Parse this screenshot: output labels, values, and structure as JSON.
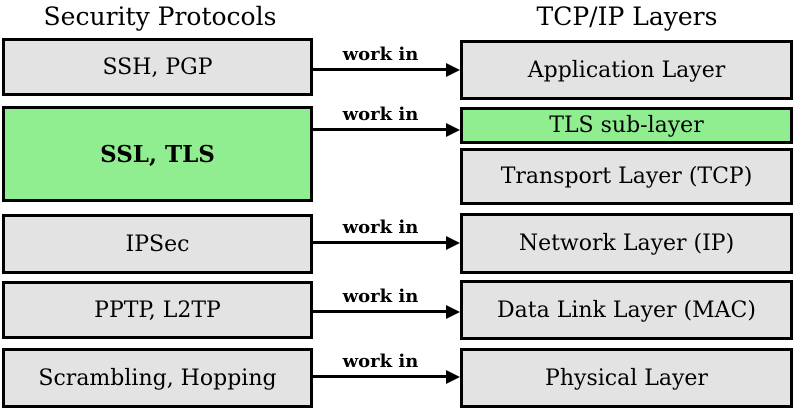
{
  "diagram": {
    "left_column": {
      "title": "Security Protocols",
      "boxes": [
        {
          "label": "SSH, PGP",
          "highlighted": false
        },
        {
          "label": "SSL, TLS",
          "highlighted": true
        },
        {
          "label": "IPSec",
          "highlighted": false
        },
        {
          "label": "PPTP, L2TP",
          "highlighted": false
        },
        {
          "label": "Scrambling, Hopping",
          "highlighted": false
        }
      ]
    },
    "right_column": {
      "title": "TCP/IP Layers",
      "boxes": [
        {
          "label": "Application Layer",
          "highlighted": false
        },
        {
          "label": "TLS sub-layer",
          "highlighted": true
        },
        {
          "label": "Transport Layer (TCP)",
          "highlighted": false
        },
        {
          "label": "Network Layer (IP)",
          "highlighted": false
        },
        {
          "label": "Data Link Layer (MAC)",
          "highlighted": false
        },
        {
          "label": "Physical Layer",
          "highlighted": false
        }
      ]
    },
    "arrow_label": "work in",
    "connections": [
      {
        "from": "SSH, PGP",
        "to": "Application Layer"
      },
      {
        "from": "SSL, TLS",
        "to": "TLS sub-layer"
      },
      {
        "from": "IPSec",
        "to": "Network Layer (IP)"
      },
      {
        "from": "PPTP, L2TP",
        "to": "Data Link Layer (MAC)"
      },
      {
        "from": "Scrambling, Hopping",
        "to": "Physical Layer"
      }
    ],
    "colors": {
      "box_fill": "#e3e3e3",
      "highlight_fill": "#90ee90",
      "border": "#000000",
      "background": "#ffffff",
      "text": "#000000"
    }
  }
}
